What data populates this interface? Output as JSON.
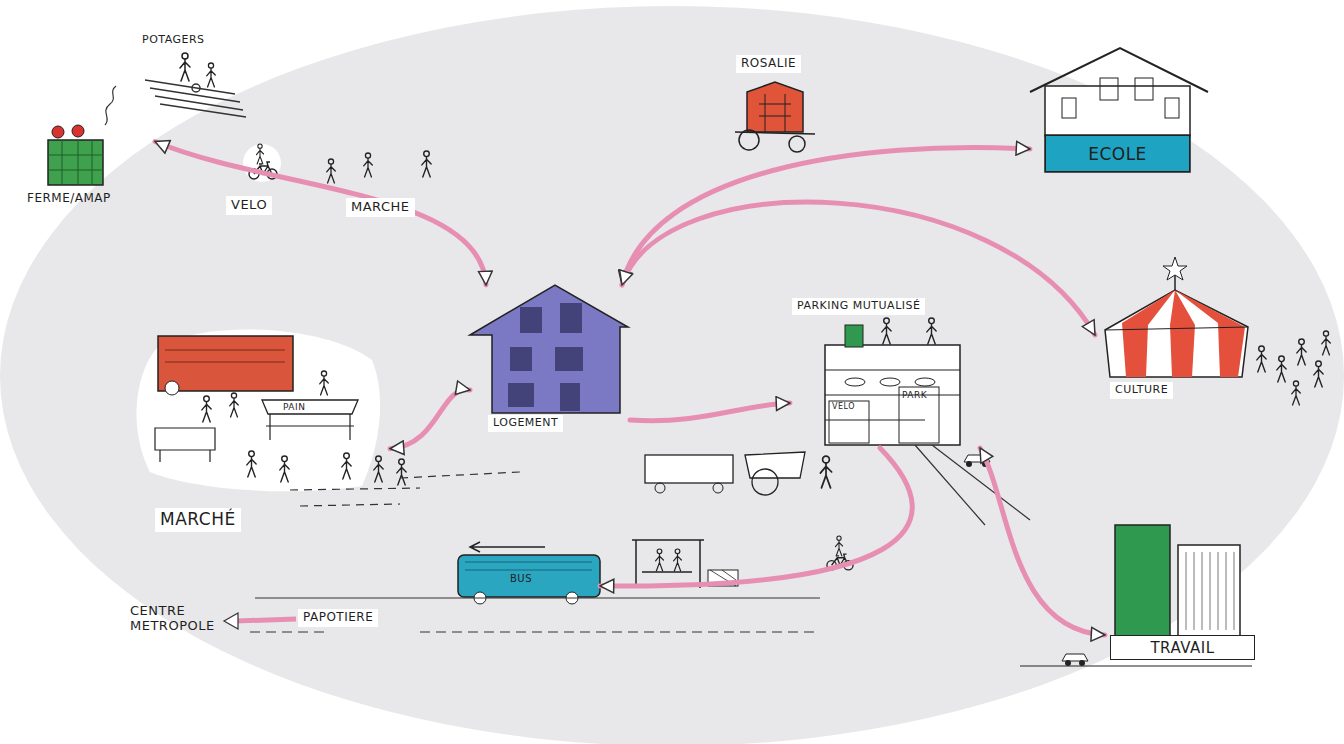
{
  "diagram": {
    "nodes": [
      {
        "text": [
          "FERME/AMAP"
        ]
      },
      {
        "text": [
          "ECOLE"
        ]
      },
      {
        "text": [
          "MARCHÉ",
          "PAIN"
        ]
      },
      {
        "text": [
          "LOGEMENT"
        ]
      },
      {
        "text": [
          "PARKING MUTUALISÉ",
          "VELO",
          "PARK"
        ]
      },
      {
        "text": [
          "CULTURE"
        ]
      },
      {
        "text": [
          "BUS"
        ]
      },
      {
        "text": [
          "TRAVAIL"
        ]
      }
    ],
    "edges": [
      {
        "from": 3,
        "to": 0,
        "arrow": "both",
        "label": "VELO"
      },
      {
        "from": 3,
        "to": 1,
        "arrow": "both"
      },
      {
        "from": 3,
        "to": 5,
        "arrow": "both"
      },
      {
        "from": 3,
        "to": 2,
        "arrow": "both"
      },
      {
        "from": 3,
        "to": 4,
        "arrow": "to"
      },
      {
        "from": 4,
        "to": 6,
        "arrow": "to"
      },
      {
        "from": 4,
        "to": 7,
        "arrow": "both"
      }
    ],
    "labels": [
      "POTAGERS",
      "MARCHE",
      "ROSALIE",
      "CENTRE METROPOLE",
      "PAPOTIERE"
    ]
  }
}
